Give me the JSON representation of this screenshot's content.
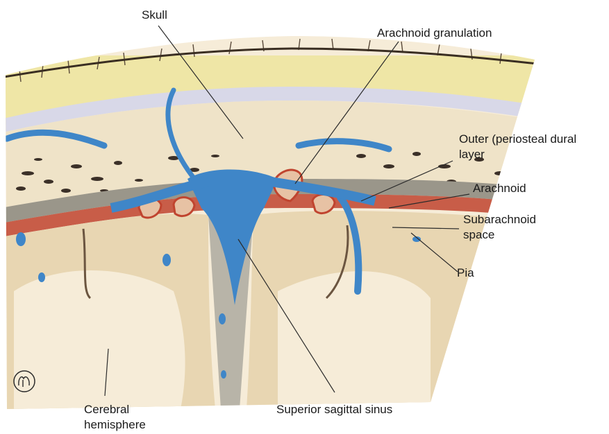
{
  "figure": {
    "labels": {
      "skull": "Skull",
      "arachnoid_granulation": "Arachnoid granulation",
      "outer_dural_line1": "Outer (periosteal dural",
      "outer_dural_line2": "layer",
      "arachnoid": "Arachnoid",
      "subarachnoid_line1": "Subarachnoid",
      "subarachnoid_line2": "space",
      "pia": "Pia",
      "superior_sagittal_sinus": "Superior sagittal sinus",
      "cerebral_line1": "Cerebral",
      "cerebral_line2": "hemisphere"
    },
    "colors": {
      "scalp": "#efe6a6",
      "bone": "#efe3c8",
      "venous_blood": "#3f86c8",
      "arachnoid_red": "#c0442f",
      "brain": "#e8d6b2",
      "white_matter": "#f6ecd8",
      "dura": "#9a968a"
    },
    "signature_icon": "artist-monogram-icon"
  }
}
